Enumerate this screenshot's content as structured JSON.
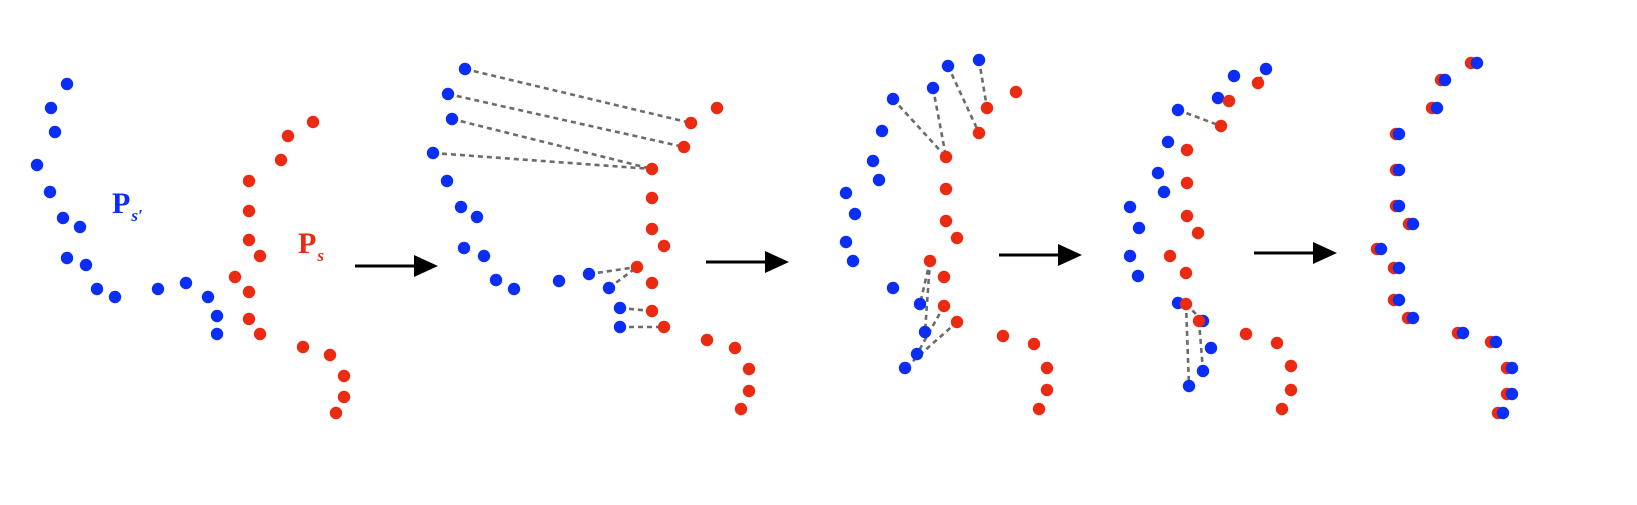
{
  "labels": {
    "source": {
      "main": "P",
      "sub": "s′"
    },
    "target": {
      "main": "P",
      "sub": "s"
    }
  },
  "colors": {
    "blue": "#0a2ef5",
    "red": "#eb2a12",
    "arrow": "#000000",
    "link": "#6b6b6b"
  },
  "icons": {
    "arrow": "right-arrow-icon",
    "point": "filled-circle"
  },
  "stages": [
    {
      "name": "initial-point-clouds",
      "shows_correspondences": false
    },
    {
      "name": "iteration-1",
      "shows_correspondences": true
    },
    {
      "name": "iteration-2",
      "shows_correspondences": true
    },
    {
      "name": "iteration-3",
      "shows_correspondences": true
    },
    {
      "name": "aligned",
      "shows_correspondences": false
    }
  ]
}
